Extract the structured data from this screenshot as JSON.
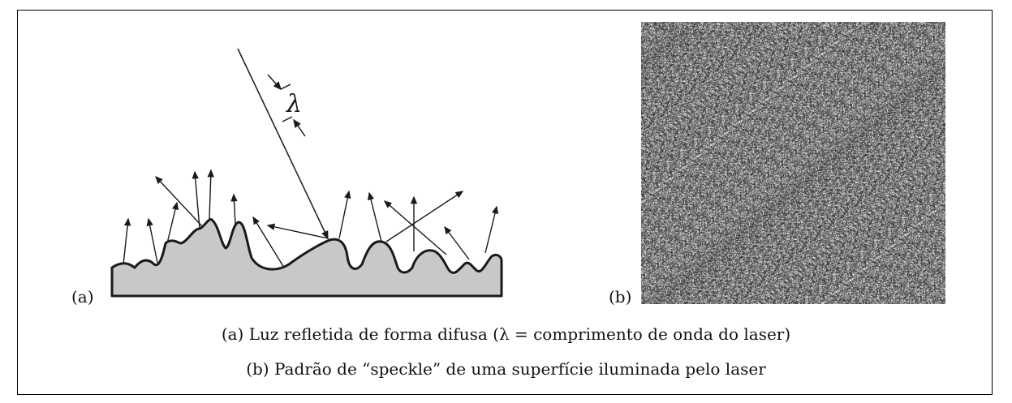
{
  "panel_a": {
    "label": "(a)",
    "symbol": "λ",
    "colors": {
      "surface_fill": "#c8c8c8",
      "line": "#1a1a1a"
    }
  },
  "panel_b": {
    "label": "(b)",
    "colors": {
      "dark": "#222222",
      "light": "#e6e6e6"
    }
  },
  "captions": {
    "a": "(a) Luz refletida de forma difusa (λ = comprimento de onda do laser)",
    "b": "(b) Padrão de “speckle” de uma superfície iluminada pelo laser"
  }
}
